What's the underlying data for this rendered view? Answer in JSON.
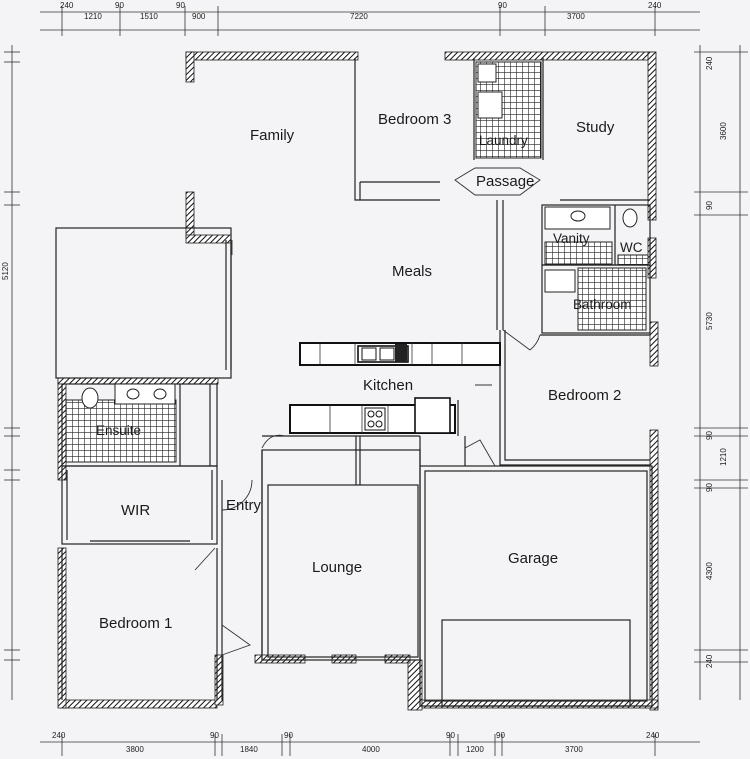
{
  "rooms": {
    "family": "Family",
    "bedroom3": "Bedroom 3",
    "laundry": "Laundry",
    "study": "Study",
    "passage": "Passage",
    "vanity": "Vanity",
    "wc": "WC",
    "bathroom": "Bathroom",
    "meals": "Meals",
    "kitchen": "Kitchen",
    "bedroom2": "Bedroom 2",
    "ensuite": "Ensuite",
    "wir": "WIR",
    "entry": "Entry",
    "lounge": "Lounge",
    "garage": "Garage",
    "bedroom1": "Bedroom 1"
  },
  "dimensions": {
    "top": [
      "240",
      "1210",
      "90",
      "1510",
      "90",
      "900",
      "7220",
      "90",
      "3700",
      "240"
    ],
    "bottom": [
      "240",
      "3800",
      "90",
      "1840",
      "90",
      "4000",
      "90",
      "1200",
      "90",
      "3700",
      "240"
    ],
    "right": [
      "240",
      "3600",
      "90",
      "5730",
      "90",
      "1210",
      "90",
      "4300",
      "240"
    ],
    "left_partial": "5120"
  }
}
